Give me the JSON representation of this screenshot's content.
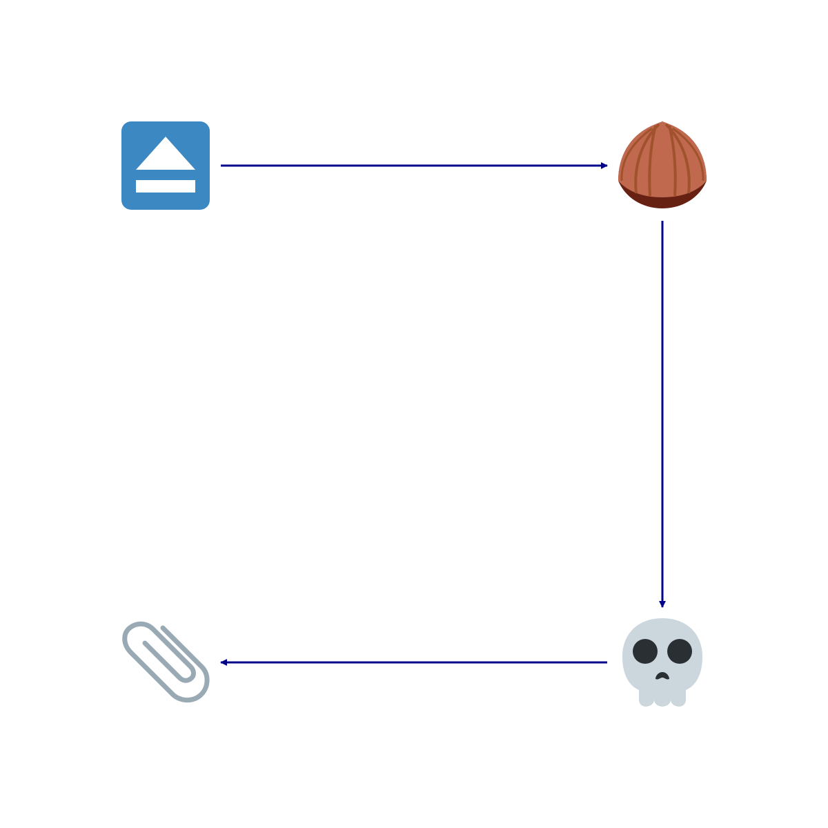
{
  "colors": {
    "background": "#ffffff",
    "arrow": "#00008b",
    "eject_bg": "#3b88c3",
    "eject_fg": "#ffffff",
    "chestnut_main": "#c1694f",
    "chestnut_rib": "#a0522d",
    "chestnut_base": "#662113",
    "skull_bone": "#ccd6dd",
    "skull_dark": "#292f33",
    "paperclip": "#99aab5"
  },
  "nodes": [
    {
      "id": "eject",
      "icon": "eject-button-icon"
    },
    {
      "id": "chestnut",
      "icon": "chestnut-icon"
    },
    {
      "id": "skull",
      "icon": "skull-icon"
    },
    {
      "id": "paperclip",
      "icon": "paperclip-icon"
    }
  ],
  "edges": [
    {
      "from": "eject",
      "to": "chestnut"
    },
    {
      "from": "chestnut",
      "to": "skull"
    },
    {
      "from": "skull",
      "to": "paperclip"
    }
  ]
}
